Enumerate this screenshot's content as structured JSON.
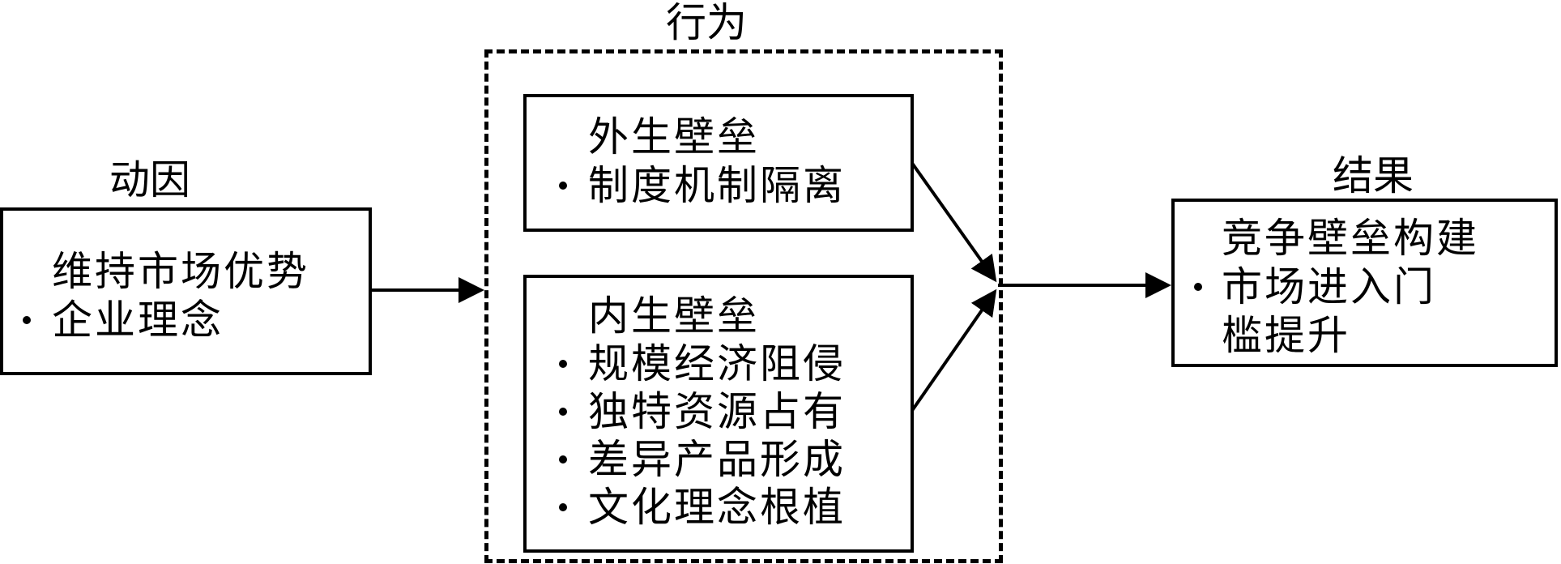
{
  "driver": {
    "title": "动因",
    "lines": [
      "维持市场优势",
      "企业理念"
    ]
  },
  "behavior": {
    "title": "行为",
    "exogenous": {
      "heading": "外生壁垒",
      "items": [
        "制度机制隔离"
      ]
    },
    "endogenous": {
      "heading": "内生壁垒",
      "items": [
        "规模经济阻侵",
        "独特资源占有",
        "差异产品形成",
        "文化理念根植"
      ]
    }
  },
  "result": {
    "title": "结果",
    "lines": [
      "竞争壁垒构建",
      "市场进入门",
      "槛提升"
    ]
  }
}
